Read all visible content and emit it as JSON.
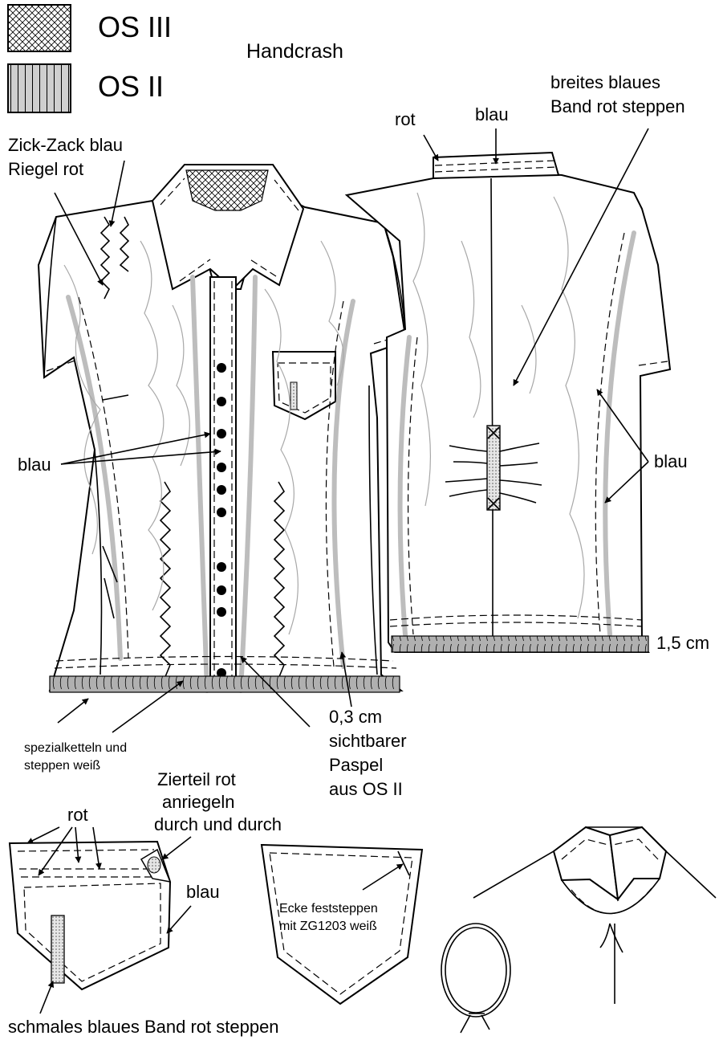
{
  "legend": {
    "items": [
      {
        "pattern": "crosshatch",
        "label": "OS III"
      },
      {
        "pattern": "vertical-stripes",
        "label": "OS II"
      }
    ]
  },
  "title": "Handcrash",
  "front_annotations": {
    "zigzag_line1": "Zick-Zack blau",
    "zigzag_line2": "Riegel rot",
    "blau": "blau",
    "special_line1": "spezialketteln und",
    "special_line2": "steppen weiß",
    "piping_line1": "0,3 cm",
    "piping_line2": "sichtbarer",
    "piping_line3": "Paspel",
    "piping_line4": "aus OS II"
  },
  "back_annotations": {
    "rot": "rot",
    "blau_top": "blau",
    "tape_line1": "breites blaues",
    "tape_line2": "Band rot steppen",
    "blau_side": "blau",
    "hem": "1,5 cm"
  },
  "pocket_left": {
    "rot": "rot",
    "decor_line1": "Zierteil rot",
    "decor_line2": "anriegeln",
    "decor_line3": "durch und durch",
    "blau": "blau",
    "tape": "schmales blaues Band rot steppen"
  },
  "pocket_middle": {
    "corner_line1": "Ecke feststeppen",
    "corner_line2": "mit ZG1203 weiß"
  },
  "colors": {
    "line": "#000000",
    "wrinkle": "#a8a8a8",
    "piping": "#bdbdbd",
    "rib": "#b0b0b0",
    "background": "#ffffff"
  }
}
